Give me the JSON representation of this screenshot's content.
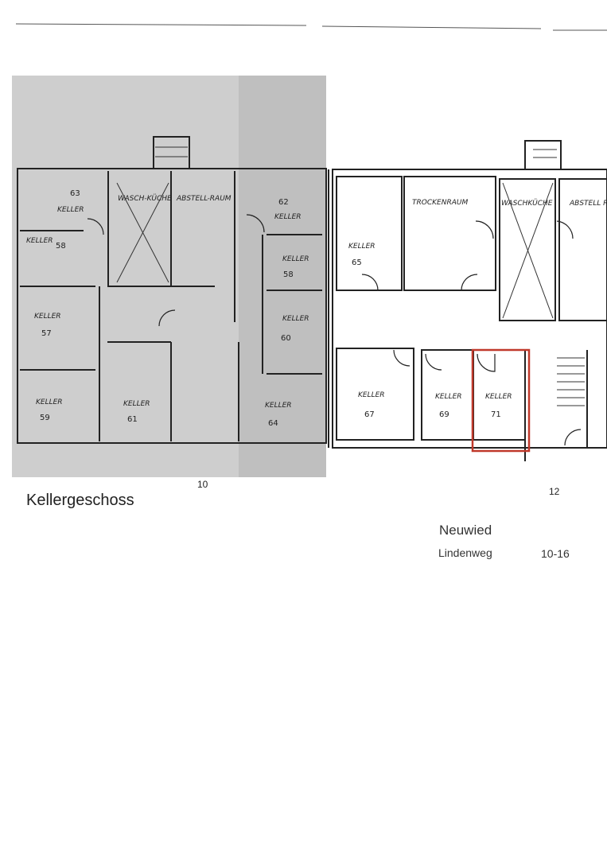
{
  "document": {
    "title": "Kellergeschoss",
    "city": "Neuwied",
    "street": "Lindenweg",
    "house_numbers": "10-16",
    "entrance_labels": [
      "10",
      "12"
    ],
    "highlight_color": "#c0392b"
  },
  "rooms": [
    {
      "label": "KELLER",
      "number": "63"
    },
    {
      "label": "KELLER",
      "number": "58"
    },
    {
      "label": "KELLER",
      "number": "57"
    },
    {
      "label": "KELLER",
      "number": "59"
    },
    {
      "label": "KELLER",
      "number": "61"
    },
    {
      "label": "WASCH-KÜCHE",
      "number": ""
    },
    {
      "label": "ABSTELL-RAUM",
      "number": ""
    },
    {
      "label": "KELLER",
      "number": "62"
    },
    {
      "label": "KELLER",
      "number": "58"
    },
    {
      "label": "KELLER",
      "number": "60"
    },
    {
      "label": "KELLER",
      "number": "64"
    },
    {
      "label": "KELLER",
      "number": "65"
    },
    {
      "label": "TROCKENRAUM",
      "number": ""
    },
    {
      "label": "WASCHKÜCHE",
      "number": ""
    },
    {
      "label": "ABSTELL RAUM",
      "number": ""
    },
    {
      "label": "KELLER",
      "number": "67"
    },
    {
      "label": "KELLER",
      "number": "69"
    },
    {
      "label": "KELLER",
      "number": "71",
      "highlighted": true
    }
  ]
}
